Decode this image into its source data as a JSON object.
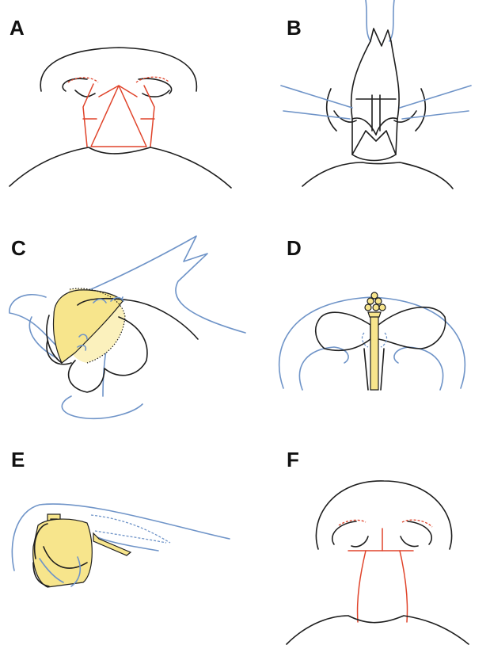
{
  "panels": [
    {
      "id": "A",
      "label": "A"
    },
    {
      "id": "B",
      "label": "B"
    },
    {
      "id": "C",
      "label": "C"
    },
    {
      "id": "D",
      "label": "D"
    },
    {
      "id": "E",
      "label": "E"
    },
    {
      "id": "F",
      "label": "F"
    }
  ],
  "colors": {
    "outline": "#1e1e1e",
    "incision_red": "#e0442b",
    "blue_line": "#6f94c8",
    "graft_yellow": "#f7e58c"
  }
}
